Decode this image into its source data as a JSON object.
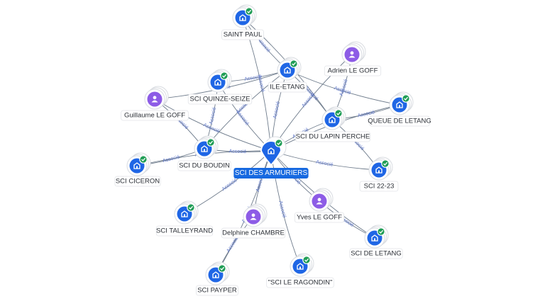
{
  "graph": {
    "center": {
      "label": "SCI DES ARMURIERS",
      "type": "company",
      "verified": true
    },
    "edge_label": "Associé",
    "nodes": [
      {
        "id": "saint-paul",
        "label": "SAINT PAUL",
        "type": "company",
        "verified": true
      },
      {
        "id": "ile-etang",
        "label": "ILE-ETANG",
        "type": "company",
        "verified": true
      },
      {
        "id": "adrien",
        "label": "Adrien LE GOFF",
        "type": "person",
        "verified": false
      },
      {
        "id": "quinze-seize",
        "label": "SCI QUINZE-SEIZE",
        "type": "company",
        "verified": true
      },
      {
        "id": "guillaume",
        "label": "Guillaume LE GOFF",
        "type": "person",
        "verified": false
      },
      {
        "id": "queue-letang",
        "label": "QUEUE DE LETANG",
        "type": "company",
        "verified": true
      },
      {
        "id": "lapin-perche",
        "label": "SCI DU LAPIN PERCHE",
        "type": "company",
        "verified": true
      },
      {
        "id": "du-boudin",
        "label": "SCI DU BOUDIN",
        "type": "company",
        "verified": true
      },
      {
        "id": "ciceron",
        "label": "SCI CICERON",
        "type": "company",
        "verified": true
      },
      {
        "id": "sci-22-23",
        "label": "SCI 22-23",
        "type": "company",
        "verified": true
      },
      {
        "id": "talleyrand",
        "label": "SCI TALLEYRAND",
        "type": "company",
        "verified": true
      },
      {
        "id": "delphine",
        "label": "Delphine CHAMBRE",
        "type": "person",
        "verified": false
      },
      {
        "id": "yves",
        "label": "Yves LE GOFF",
        "type": "person",
        "verified": false
      },
      {
        "id": "de-letang",
        "label": "SCI DE LETANG",
        "type": "company",
        "verified": true
      },
      {
        "id": "payper",
        "label": "SCI PAYPER",
        "type": "company",
        "verified": true
      },
      {
        "id": "ragondin",
        "label": "\"SCI LE RAGONDIN\"",
        "type": "company",
        "verified": true
      }
    ],
    "edges": [
      [
        "saint-paul",
        "center"
      ],
      [
        "saint-paul",
        "ile-etang"
      ],
      [
        "saint-paul",
        "lapin-perche"
      ],
      [
        "ile-etang",
        "center"
      ],
      [
        "ile-etang",
        "quinze-seize"
      ],
      [
        "ile-etang",
        "queue-letang"
      ],
      [
        "ile-etang",
        "lapin-perche"
      ],
      [
        "ile-etang",
        "du-boudin"
      ],
      [
        "ile-etang",
        "guillaume"
      ],
      [
        "adrien",
        "center"
      ],
      [
        "adrien",
        "lapin-perche"
      ],
      [
        "quinze-seize",
        "center"
      ],
      [
        "quinze-seize",
        "du-boudin"
      ],
      [
        "guillaume",
        "center"
      ],
      [
        "guillaume",
        "du-boudin"
      ],
      [
        "queue-letang",
        "center"
      ],
      [
        "queue-letang",
        "lapin-perche"
      ],
      [
        "lapin-perche",
        "center"
      ],
      [
        "lapin-perche",
        "sci-22-23"
      ],
      [
        "du-boudin",
        "center"
      ],
      [
        "ciceron",
        "center"
      ],
      [
        "ciceron",
        "du-boudin"
      ],
      [
        "sci-22-23",
        "center"
      ],
      [
        "talleyrand",
        "center"
      ],
      [
        "delphine",
        "center"
      ],
      [
        "delphine",
        "payper"
      ],
      [
        "yves",
        "center"
      ],
      [
        "yves",
        "de-letang"
      ],
      [
        "de-letang",
        "center"
      ],
      [
        "payper",
        "center"
      ],
      [
        "ragondin",
        "center"
      ]
    ],
    "colors": {
      "company": "#1f66e5",
      "person": "#8d5ce6",
      "verified": "#1f9d55",
      "edge": "#6f7c8c",
      "edge_label": "#5b74c9",
      "center_label_bg": "#1769e0",
      "center_label_text": "#ffffff"
    },
    "icons": {
      "company": "building-icon",
      "person": "person-icon",
      "verified": "check-badge-icon"
    }
  }
}
